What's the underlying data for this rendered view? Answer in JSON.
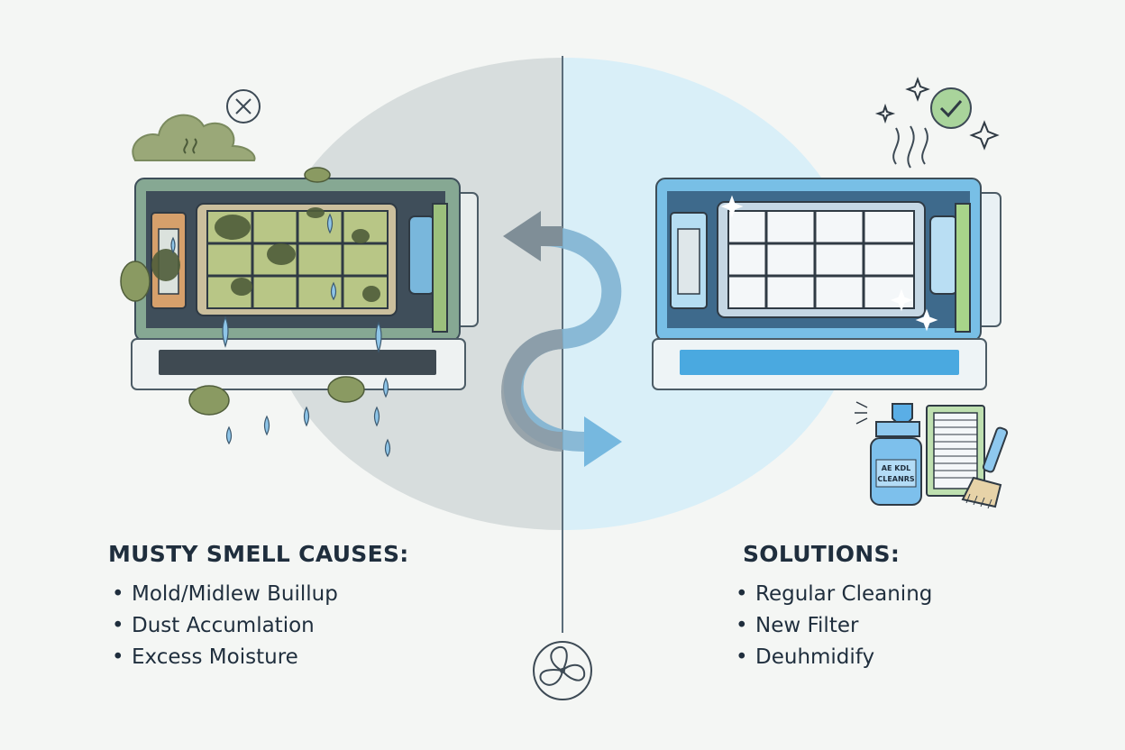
{
  "left_panel": {
    "heading": "MUSTY SMELL CAUSES:",
    "items": [
      "Mold/Midlew Buillup",
      "Dust Accumlation",
      "Excess Moisture"
    ],
    "status_icon": "x-circle-icon",
    "accent_color": "#6f8a4f"
  },
  "right_panel": {
    "heading": "SOLUTIONS:",
    "items": [
      "Regular Cleaning",
      "New Filter",
      "Deuhmidify"
    ],
    "status_icon": "check-circle-icon",
    "accent_color": "#5aaee6",
    "spray_label_line1": "AE KDL",
    "spray_label_line2": "CLEANRS"
  },
  "center": {
    "icon": "fan-icon",
    "arrow_icon": "cycle-arrow-icon"
  }
}
